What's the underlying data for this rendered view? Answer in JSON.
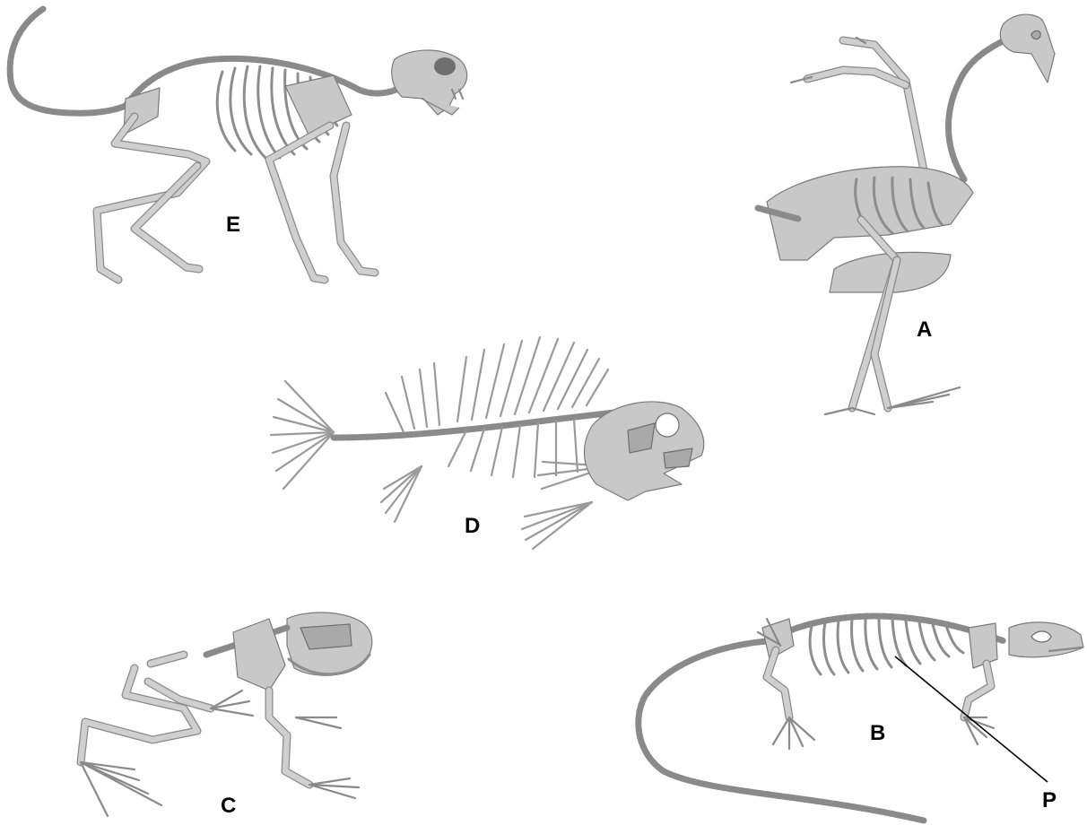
{
  "labels": {
    "bird": "A",
    "lizard": "B",
    "frog": "C",
    "fish": "D",
    "cat": "E",
    "pointer": "P"
  }
}
